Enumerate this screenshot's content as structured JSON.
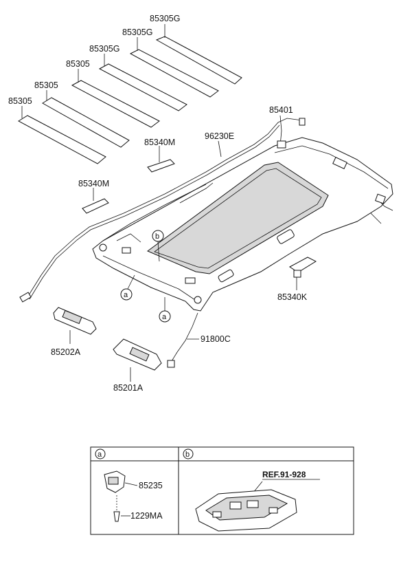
{
  "labels": {
    "pad1": "85305G",
    "pad2": "85305G",
    "pad3": "85305G",
    "pad4": "85305",
    "pad5": "85305",
    "pad6": "85305",
    "sensor": "85401",
    "wiring": "96230E",
    "grip_left": "85340M",
    "grip_mid": "85340M",
    "grip_right": "85340K",
    "visor_left": "85202A",
    "visor_right": "85201A",
    "harness": "91800C"
  },
  "callouts": {
    "a": "a",
    "b": "b"
  },
  "detail_table": {
    "col_a": "a",
    "col_b": "b",
    "part_holder": "85235",
    "part_screw": "1229MA",
    "ref": "REF.91-928"
  }
}
